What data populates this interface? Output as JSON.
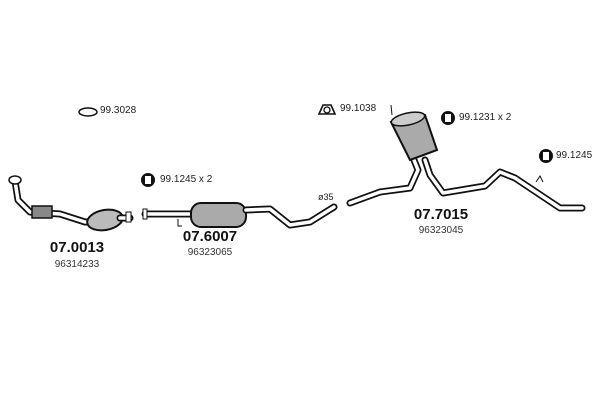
{
  "parts": [
    {
      "number": "07.0013",
      "oe": "96314233"
    },
    {
      "number": "07.6007",
      "oe": "96323065"
    },
    {
      "number": "07.7015",
      "oe": "96323045"
    }
  ],
  "accessories": [
    {
      "label": "99.3028",
      "icon": "gasket-ring-icon"
    },
    {
      "label": "99.1245 x 2",
      "icon": "rubber-hanger-icon"
    },
    {
      "label": "99.1038",
      "icon": "clamp-icon"
    },
    {
      "label": "99.1231 x 2",
      "icon": "rubber-hanger-icon"
    },
    {
      "label": "99.1245",
      "icon": "rubber-hanger-icon"
    }
  ],
  "annotations": {
    "diameter": "ø35"
  }
}
